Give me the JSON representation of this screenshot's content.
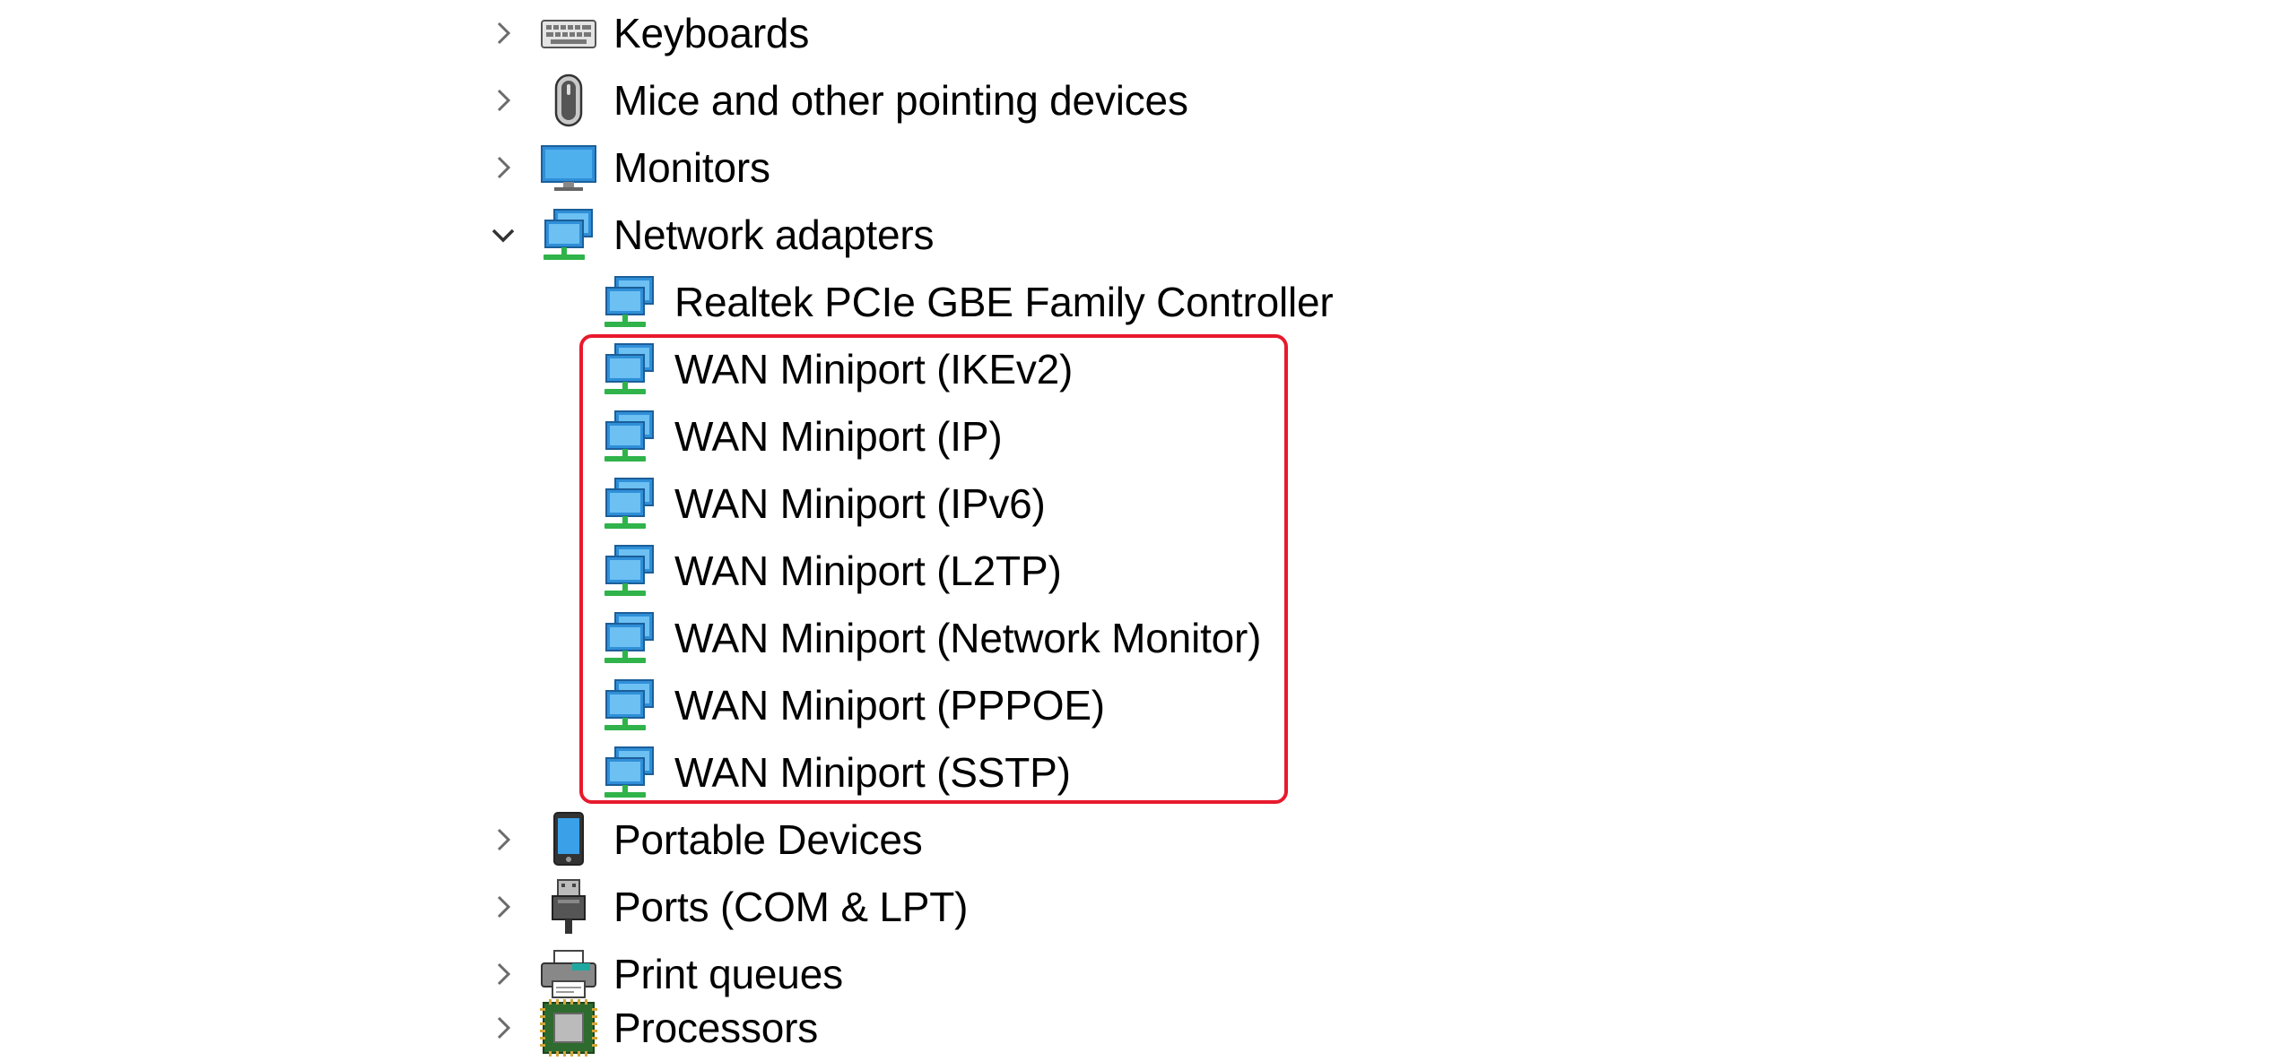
{
  "tree": {
    "categories_before": [
      {
        "label": "Keyboards",
        "icon": "keyboard-icon",
        "expanded": false
      },
      {
        "label": "Mice and other pointing devices",
        "icon": "mouse-icon",
        "expanded": false
      },
      {
        "label": "Monitors",
        "icon": "monitor-icon",
        "expanded": false
      }
    ],
    "network": {
      "label": "Network adapters",
      "icon": "network-adapter-icon",
      "expanded": true,
      "devices": [
        {
          "label": "Realtek PCIe GBE Family Controller"
        },
        {
          "label": "WAN Miniport (IKEv2)"
        },
        {
          "label": "WAN Miniport (IP)"
        },
        {
          "label": "WAN Miniport (IPv6)"
        },
        {
          "label": "WAN Miniport (L2TP)"
        },
        {
          "label": "WAN Miniport (Network Monitor)"
        },
        {
          "label": "WAN Miniport (PPPOE)"
        },
        {
          "label": "WAN Miniport (SSTP)"
        }
      ]
    },
    "categories_after": [
      {
        "label": "Portable Devices",
        "icon": "portable-device-icon",
        "expanded": false
      },
      {
        "label": "Ports (COM & LPT)",
        "icon": "port-icon",
        "expanded": false
      },
      {
        "label": "Print queues",
        "icon": "printer-icon",
        "expanded": false
      },
      {
        "label": "Processors",
        "icon": "processor-icon",
        "expanded": false
      }
    ]
  },
  "colors": {
    "highlight": "#e8192c",
    "chevron": "#6b6b6b",
    "monitor_blue": "#2f8fd8",
    "network_green": "#2fb34a"
  }
}
